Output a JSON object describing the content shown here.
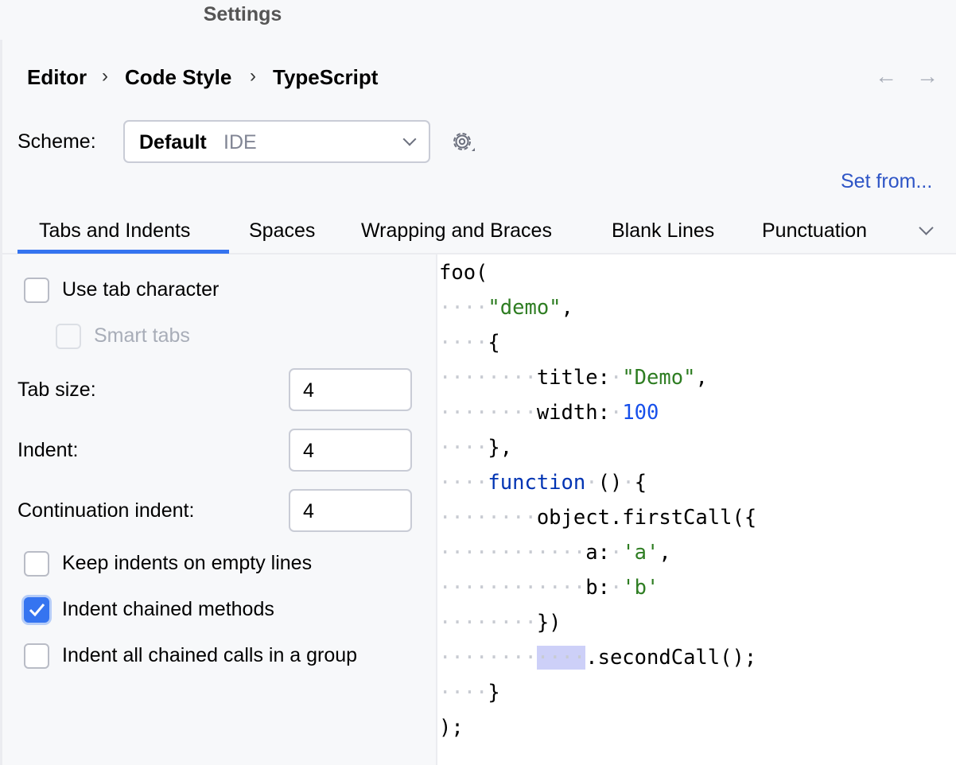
{
  "window": {
    "title": "Settings"
  },
  "breadcrumb": [
    "Editor",
    "Code Style",
    "TypeScript"
  ],
  "nav": {
    "back": "←",
    "forward": "→"
  },
  "scheme": {
    "label": "Scheme:",
    "value": "Default",
    "kind": "IDE"
  },
  "set_from": "Set from...",
  "tabs": [
    {
      "label": "Tabs and Indents",
      "active": true
    },
    {
      "label": "Spaces"
    },
    {
      "label": "Wrapping and Braces"
    },
    {
      "label": "Blank Lines"
    },
    {
      "label": "Punctuation"
    }
  ],
  "options": {
    "use_tab": {
      "label": "Use tab character",
      "checked": false
    },
    "smart_tabs": {
      "label": "Smart tabs",
      "checked": false,
      "disabled": true
    },
    "tab_size": {
      "label": "Tab size:",
      "value": "4"
    },
    "indent": {
      "label": "Indent:",
      "value": "4"
    },
    "continuation": {
      "label": "Continuation indent:",
      "value": "4"
    },
    "keep_indents": {
      "label": "Keep indents on empty lines",
      "checked": false
    },
    "indent_chained": {
      "label": "Indent chained methods",
      "checked": true
    },
    "indent_all_chained": {
      "label": "Indent all chained calls in a group",
      "checked": false
    }
  },
  "colors": {
    "accent": "#3574f0",
    "string": "#2e7d22",
    "number": "#1750eb",
    "keyword": "#0033b3"
  },
  "code": [
    [
      [
        "plain",
        "foo("
      ]
    ],
    [
      [
        "ws",
        "    "
      ],
      [
        "str",
        "\"demo\""
      ],
      [
        "plain",
        ","
      ]
    ],
    [
      [
        "ws",
        "    "
      ],
      [
        "plain",
        "{"
      ]
    ],
    [
      [
        "ws",
        "        "
      ],
      [
        "plain",
        "title:"
      ],
      [
        "ws",
        " "
      ],
      [
        "str",
        "\"Demo\""
      ],
      [
        "plain",
        ","
      ]
    ],
    [
      [
        "ws",
        "        "
      ],
      [
        "plain",
        "width:"
      ],
      [
        "ws",
        " "
      ],
      [
        "num",
        "100"
      ]
    ],
    [
      [
        "ws",
        "    "
      ],
      [
        "plain",
        "},"
      ]
    ],
    [
      [
        "ws",
        "    "
      ],
      [
        "kw",
        "function"
      ],
      [
        "ws",
        " "
      ],
      [
        "plain",
        "()"
      ],
      [
        "ws",
        " "
      ],
      [
        "plain",
        "{"
      ]
    ],
    [
      [
        "ws",
        "        "
      ],
      [
        "plain",
        "object.firstCall({"
      ]
    ],
    [
      [
        "ws",
        "            "
      ],
      [
        "plain",
        "a:"
      ],
      [
        "ws",
        " "
      ],
      [
        "str",
        "'a'"
      ],
      [
        "plain",
        ","
      ]
    ],
    [
      [
        "ws",
        "            "
      ],
      [
        "plain",
        "b:"
      ],
      [
        "ws",
        " "
      ],
      [
        "str",
        "'b'"
      ]
    ],
    [
      [
        "ws",
        "        "
      ],
      [
        "plain",
        "})"
      ]
    ],
    [
      [
        "ws",
        "        "
      ],
      [
        "hl",
        "    "
      ],
      [
        "plain",
        ".secondCall();"
      ]
    ],
    [
      [
        "ws",
        "    "
      ],
      [
        "plain",
        "}"
      ]
    ],
    [
      [
        "plain",
        ");"
      ]
    ]
  ]
}
